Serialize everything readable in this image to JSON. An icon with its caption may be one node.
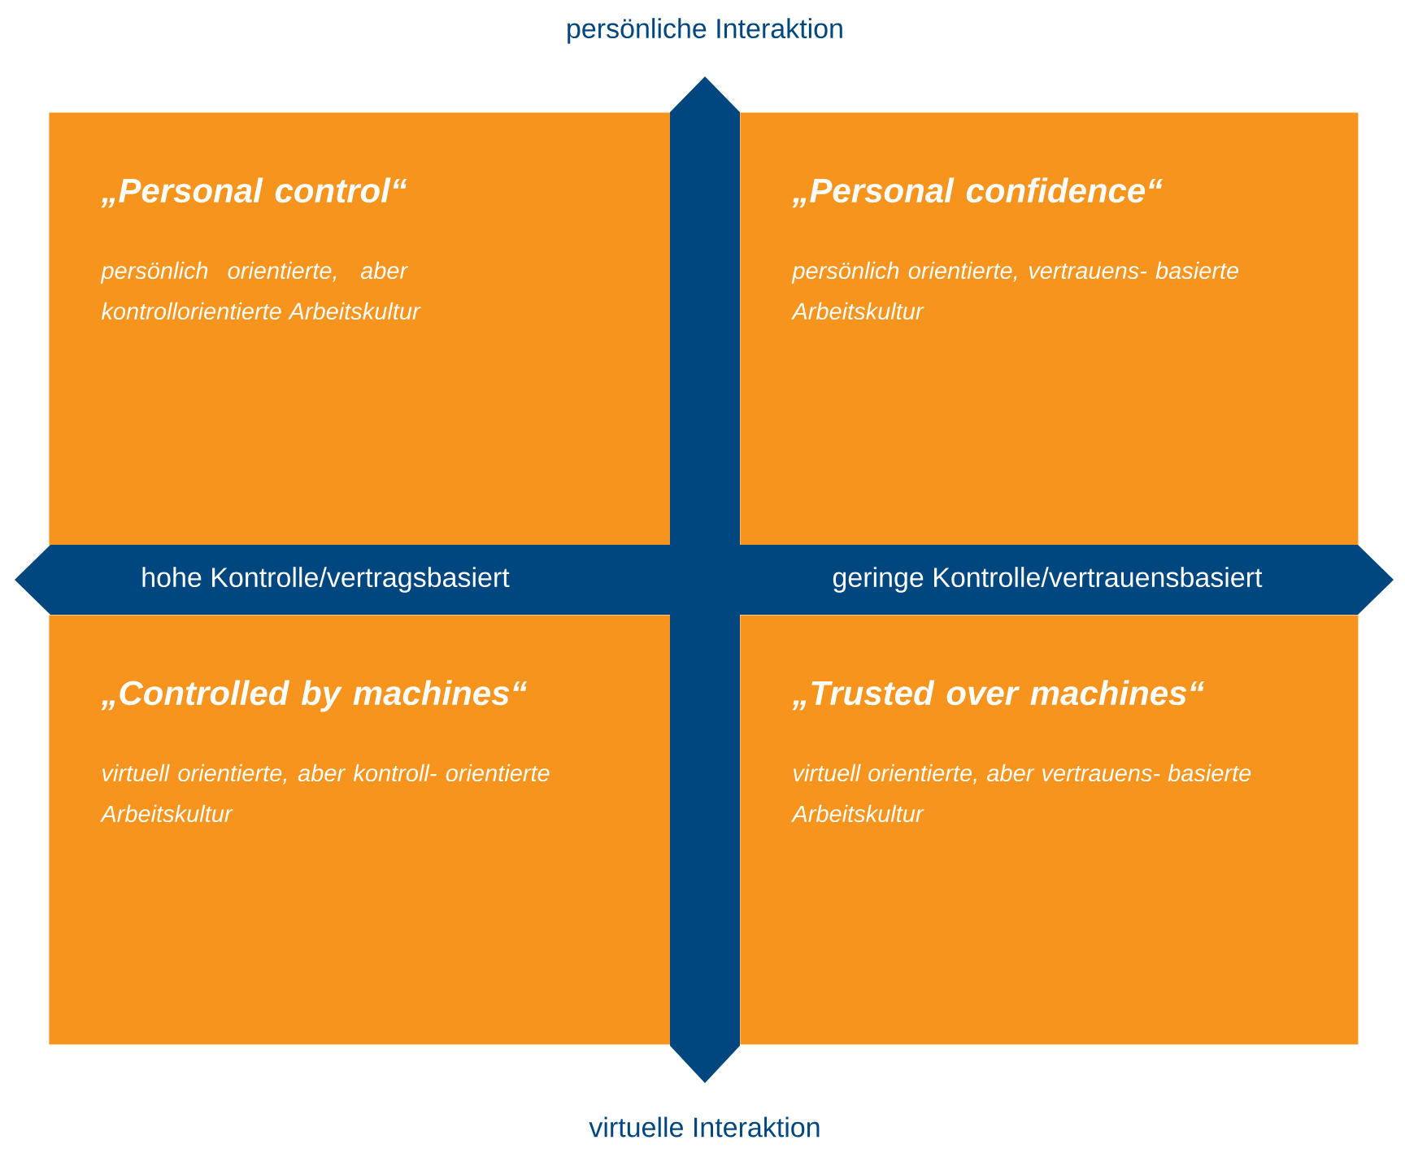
{
  "diagram": {
    "nodes": [
      {
        "text": [
          "„Personal control“",
          "persönlich orientierte, aber kontrollorientierte Arbeitskultur"
        ]
      },
      {
        "text": [
          "„Personal confidence“",
          "persönlich orientierte, vertrauens- basierte Arbeitskultur"
        ]
      },
      {
        "text": [
          "„Controlled by machines“",
          "virtuell orientierte, aber kontroll- orientierte Arbeitskultur"
        ]
      },
      {
        "text": [
          "„Trusted over machines“",
          "virtuell orientierte, aber vertrauens- basierte Arbeitskultur"
        ]
      }
    ],
    "labels": [
      "persönliche Interaktion",
      "hohe Kontrolle/vertragsbasiert",
      "geringe Kontrolle/vertrauensbasiert",
      "virtuelle Interaktion"
    ]
  }
}
